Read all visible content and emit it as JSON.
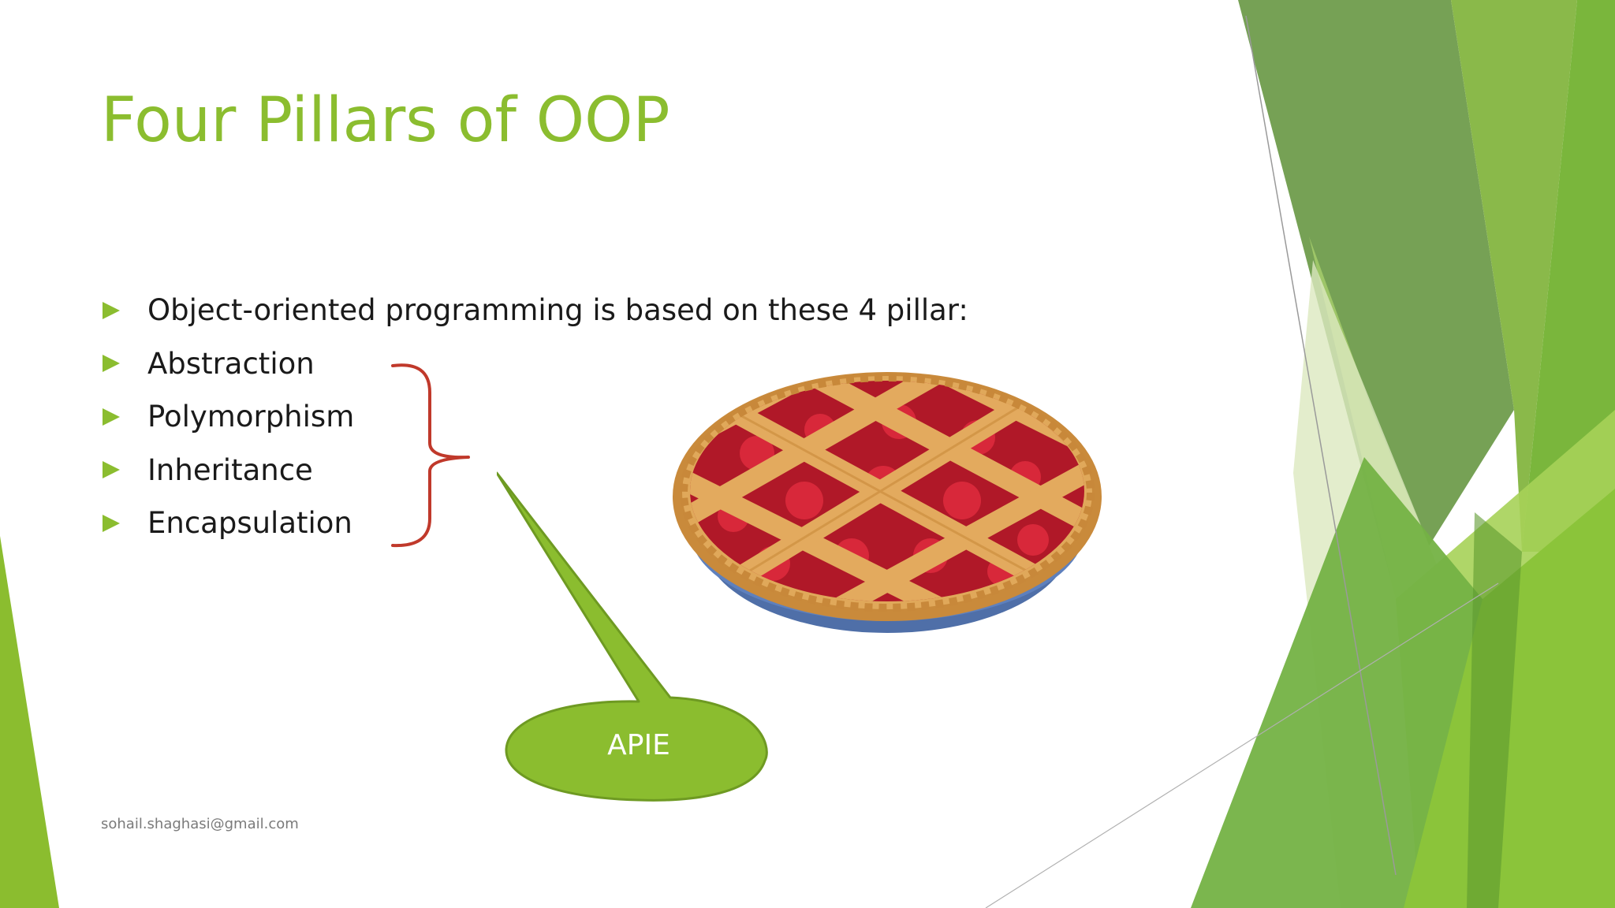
{
  "slide": {
    "title": "Four Pillars of OOP",
    "bullets": [
      {
        "text": "Object-oriented programming is based on these 4 pillar:"
      },
      {
        "text": "Abstraction"
      },
      {
        "text": "Polymorphism"
      },
      {
        "text": "Inheritance"
      },
      {
        "text": "Encapsulation"
      }
    ],
    "callout_text": "APIE",
    "footer_email": "sohail.shaghasi@gmail.com"
  },
  "colors": {
    "accent_green": "#8bbd2f",
    "brace_red": "#c0392b"
  },
  "icons": {
    "bullet": "triangle-bullet-icon",
    "image": "cherry-pie-image"
  }
}
